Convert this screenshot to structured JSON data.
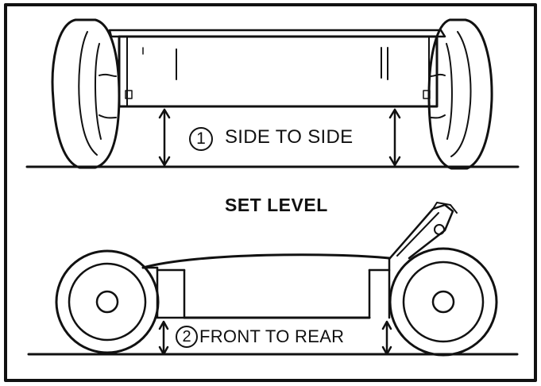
{
  "diagram": {
    "title": "SET LEVEL",
    "step1": {
      "number": "1",
      "label": "SIDE TO SIDE"
    },
    "step2": {
      "number": "2",
      "label": "FRONT TO REAR"
    }
  },
  "colors": {
    "ink": "#111111",
    "paper": "#ffffff"
  }
}
